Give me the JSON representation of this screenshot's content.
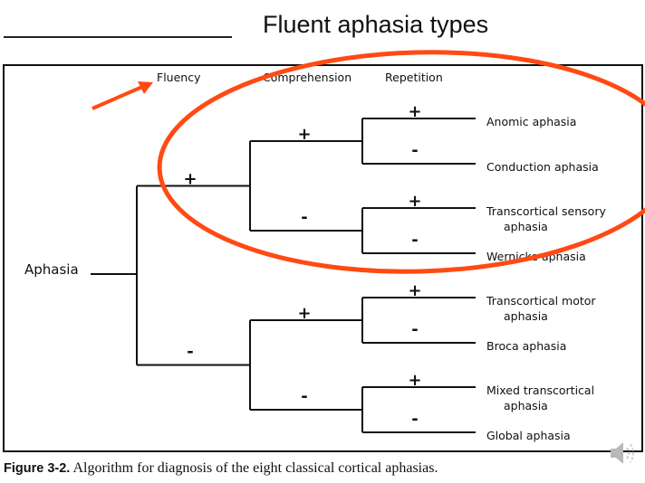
{
  "slide": {
    "title": "Fluent aphasia types"
  },
  "diagram": {
    "root": "Aphasia",
    "column_headers": {
      "fluency": "Fluency",
      "comprehension": "Comprehension",
      "repetition": "Repetition"
    },
    "signs": {
      "plus": "+",
      "minus": "-"
    },
    "leaves": [
      {
        "line1": "Anomic aphasia",
        "line2": "",
        "fluency": "+",
        "comprehension": "+",
        "repetition": "+"
      },
      {
        "line1": "Conduction aphasia",
        "line2": "",
        "fluency": "+",
        "comprehension": "+",
        "repetition": "-"
      },
      {
        "line1": "Transcortical sensory",
        "line2": "aphasia",
        "fluency": "+",
        "comprehension": "-",
        "repetition": "+"
      },
      {
        "line1": "Wernicke aphasia",
        "line2": "",
        "fluency": "+",
        "comprehension": "-",
        "repetition": "-"
      },
      {
        "line1": "Transcortical motor",
        "line2": "aphasia",
        "fluency": "-",
        "comprehension": "+",
        "repetition": "+"
      },
      {
        "line1": "Broca aphasia",
        "line2": "",
        "fluency": "-",
        "comprehension": "+",
        "repetition": "-"
      },
      {
        "line1": "Mixed transcortical",
        "line2": "aphasia",
        "fluency": "-",
        "comprehension": "-",
        "repetition": "+"
      },
      {
        "line1": "Global aphasia",
        "line2": "",
        "fluency": "-",
        "comprehension": "-",
        "repetition": "-"
      }
    ]
  },
  "annotations": {
    "highlight_color": "#ff4a14",
    "arrow_target": "Fluency",
    "circled_group": "Fluent aphasias (Fluency +)"
  },
  "caption": {
    "figure_number": "Figure 3-2.",
    "text": " Algorithm for diagnosis of the eight classical cortical aphasias."
  },
  "audio": {
    "icon": "speaker-icon"
  }
}
